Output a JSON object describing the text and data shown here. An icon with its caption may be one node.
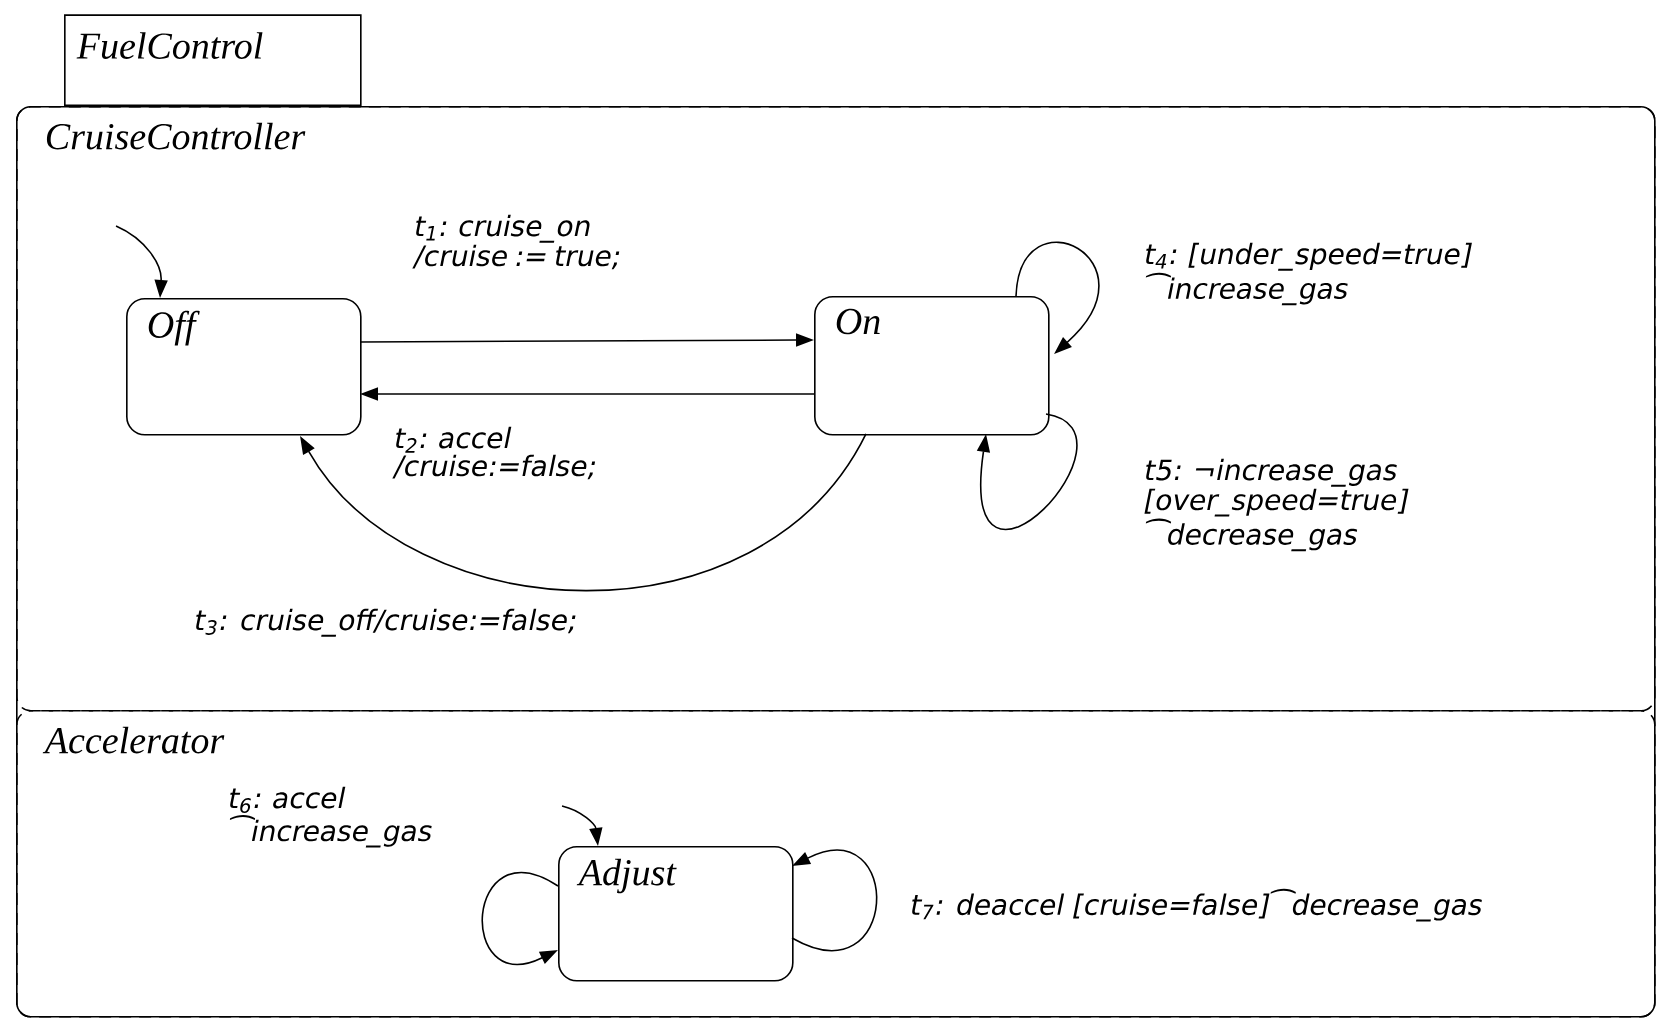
{
  "diagram": {
    "nodes": [
      {
        "text": [
          "FuelControl"
        ]
      },
      {
        "text": [
          "CruiseController"
        ],
        "in": 0
      },
      {
        "text": [
          "Accelerator"
        ],
        "in": 0
      },
      {
        "text": [
          "Off"
        ],
        "in": 1
      },
      {
        "text": [
          "On"
        ],
        "in": 1
      },
      {
        "text": [
          "Adjust"
        ],
        "in": 2
      }
    ],
    "edges": [
      {
        "from": 3,
        "to": 4,
        "arrow": "to",
        "label": "t$_{1}$: cruise_on /cruise := true;"
      },
      {
        "from": 4,
        "to": 3,
        "arrow": "to",
        "label": "t$_{2}$: accel /cruise:=false;"
      },
      {
        "from": 4,
        "to": 3,
        "arrow": "to",
        "label": "t$_{3}$: cruise_off/cruise:=false;"
      },
      {
        "from": 4,
        "to": 4,
        "arrow": "to",
        "label": "t$_{4}$: [under_speed=true] ⁀increase_gas"
      },
      {
        "from": 4,
        "to": 4,
        "arrow": "to",
        "label": "t5: ¬increase_gas [over_speed=true] ⁀decrease_gas"
      },
      {
        "from": 5,
        "to": 5,
        "arrow": "to",
        "label": "t$_{6}$: accel ⁀increase_gas"
      },
      {
        "from": 5,
        "to": 5,
        "arrow": "to",
        "label": "t$_{7}$: deaccel [cruise=false]⁀decrease_gas"
      },
      {
        "from": null,
        "to": 3,
        "arrow": "to"
      },
      {
        "from": null,
        "to": 5,
        "arrow": "to"
      }
    ]
  }
}
